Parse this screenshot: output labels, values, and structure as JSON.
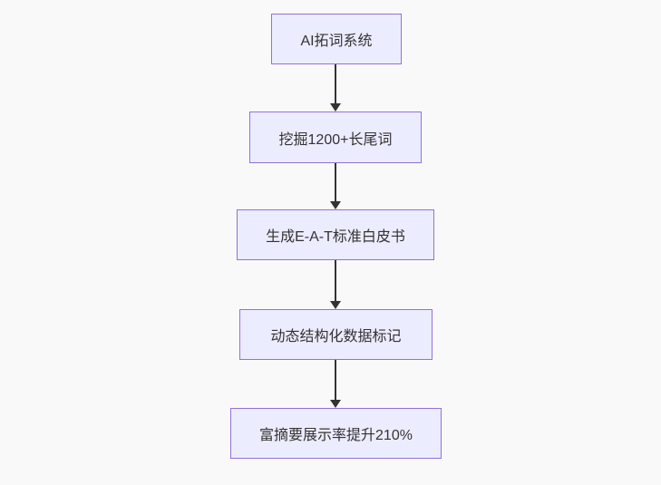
{
  "diagram": {
    "type": "flowchart",
    "direction": "top-down",
    "nodes": [
      {
        "id": "n1",
        "label": "AI拓词系统"
      },
      {
        "id": "n2",
        "label": "挖掘1200+长尾词"
      },
      {
        "id": "n3",
        "label": "生成E-A-T标准白皮书"
      },
      {
        "id": "n4",
        "label": "动态结构化数据标记"
      },
      {
        "id": "n5",
        "label": "富摘要展示率提升210%"
      }
    ],
    "edges": [
      {
        "from": "n1",
        "to": "n2"
      },
      {
        "from": "n2",
        "to": "n3"
      },
      {
        "from": "n3",
        "to": "n4"
      },
      {
        "from": "n4",
        "to": "n5"
      }
    ],
    "colors": {
      "background": "#f9f9f9",
      "node_fill": "#ECECFF",
      "node_border": "#9370DB",
      "text": "#333333",
      "arrow": "#333333"
    }
  }
}
